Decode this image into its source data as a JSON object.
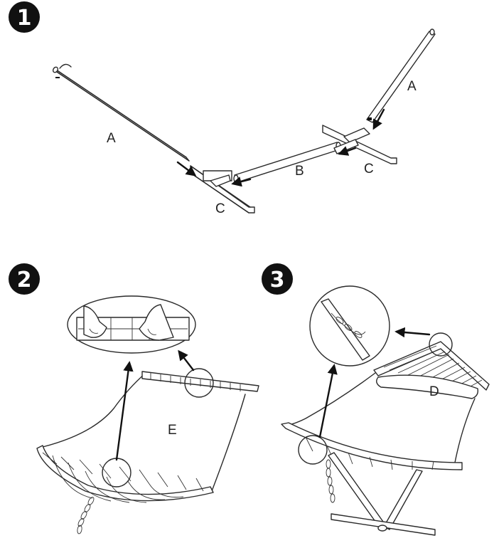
{
  "steps": [
    {
      "number": "1",
      "labels": {
        "tube_a_left": "A",
        "tube_a_right": "A",
        "tube_b": "B",
        "base_c_left": "C",
        "base_c_right": "C"
      }
    },
    {
      "number": "2",
      "labels": {
        "hammock_e": "E"
      }
    },
    {
      "number": "3",
      "labels": {
        "pillow_d": "D"
      }
    }
  ],
  "colors": {
    "ink": "#111111",
    "line": "#2a2a2a",
    "background": "#ffffff"
  }
}
